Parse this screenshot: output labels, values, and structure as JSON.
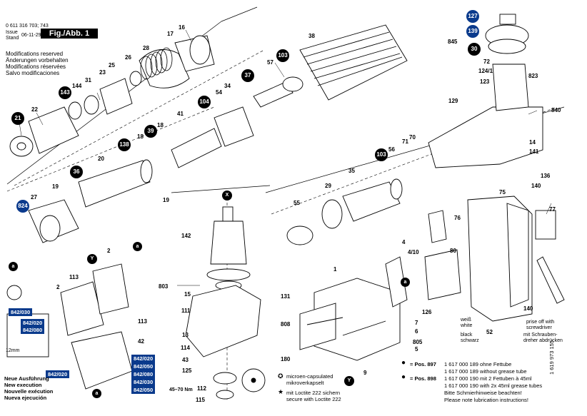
{
  "header": {
    "doc_number": "0 611 316 703; 743",
    "issue_label": "Issue",
    "stand_label": "Stand",
    "date": "06-11-29",
    "figure_label": "Fig./Abb. 1"
  },
  "modifications": [
    "Modifications reserved",
    "Änderungen vorbehalten",
    "Modifications réservées",
    "Salvo modificaciones"
  ],
  "new_execution": [
    "Neue Ausführung",
    "New execution",
    "Nouvelle exécution",
    "Nueva ejecución"
  ],
  "part_labels": [
    "16",
    "17",
    "28",
    "26",
    "25",
    "23",
    "144",
    "31",
    "143",
    "22",
    "21",
    "39",
    "18",
    "18",
    "138",
    "20",
    "36",
    "27",
    "19",
    "19",
    "824",
    "2",
    "113",
    "41",
    "104",
    "54",
    "34",
    "37",
    "57",
    "103",
    "38",
    "142",
    "803",
    "15",
    "111",
    "13",
    "114",
    "43",
    "125",
    "112",
    "115",
    "127",
    "139",
    "845",
    "30",
    "72",
    "124/1",
    "123",
    "823",
    "129",
    "840",
    "14",
    "141",
    "70",
    "71",
    "56",
    "103",
    "35",
    "29",
    "55",
    "1",
    "4",
    "4/10",
    "80",
    "76",
    "75",
    "140",
    "77",
    "131",
    "808",
    "180",
    "9",
    "126",
    "7",
    "6",
    "805",
    "5",
    "52",
    "140",
    "136",
    "2",
    "42",
    "113"
  ],
  "tags": [
    "842/030",
    "842/020",
    "842/080",
    "842/020",
    "842/050",
    "842/020",
    "842/080",
    "842/030",
    "842/050"
  ],
  "misc_texts": {
    "torque": "45–70 Nm",
    "prise_off_en": "prise off with",
    "prise_off_en2": "screwdriver",
    "prise_off_de": "mit Schrauben-",
    "prise_off_de2": "dreher abdrücken",
    "wire_white": "weiß",
    "wire_white_en": "white",
    "wire_black": "black",
    "wire_black_de": "schwarz",
    "dim_12mm": "12mm",
    "letter_x": "X",
    "letter_y": "Y",
    "letter_a": "a"
  },
  "legend": {
    "microencapsulated_de": "microen-capsulated",
    "microencapsulated_en": "mikroverkapselt",
    "loctite_de": "mit Loctite 222 sichern",
    "loctite_en": "secure with Loctite 222",
    "pos897_label": "= Pos. 897",
    "pos898_label": "= Pos. 898",
    "grease_lines": [
      "1 617 000 189 ohne Fettube",
      "1 617 000 189 without grease tube",
      "1 617 000 190 mit 2 Fettuben à 45ml",
      "1 617 000 190 with 2x 45ml grease tubes",
      "Bitte Schmierhinweise beachten!",
      "Please note lubrication instructions!"
    ]
  },
  "side_code": "1 619 973 155",
  "colors": {
    "accent": "#0a3a8c",
    "ink": "#000000"
  }
}
